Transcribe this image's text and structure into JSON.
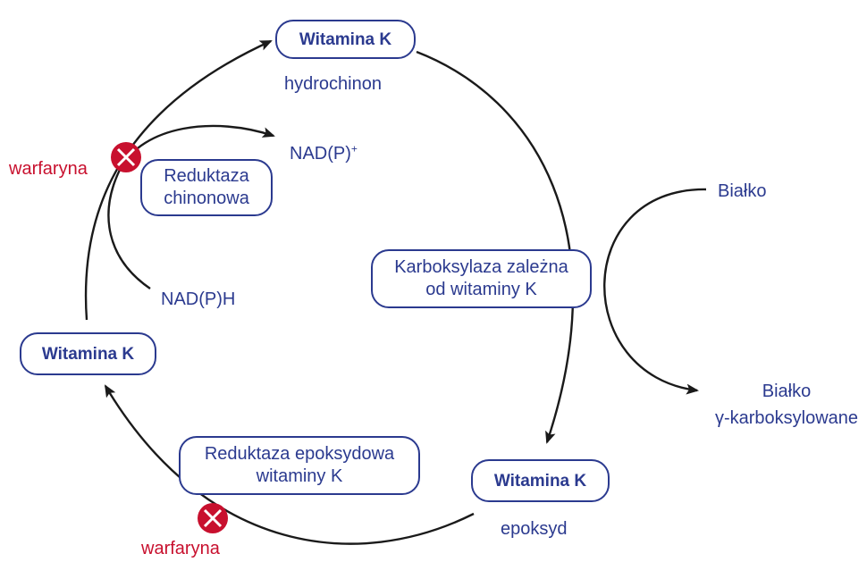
{
  "nodes": {
    "vk_hydro": {
      "title": "Witamina K",
      "caption": "hydrochinon"
    },
    "vk_epoxide": {
      "title": "Witamina K",
      "caption": "epoksyd"
    },
    "vk_quinone": {
      "title": "Witamina K"
    }
  },
  "enzymes": {
    "quinone_reductase": {
      "line1": "Reduktaza",
      "line2": "chinonowa"
    },
    "carboxylase": {
      "line1": "Karboksylaza zależna",
      "line2": "od witaminy K"
    },
    "epoxide_reductase": {
      "line1": "Reduktaza epoksydowa",
      "line2": "witaminy K"
    }
  },
  "cofactors": {
    "nadp_plus": {
      "text": "NAD(P)",
      "sup": "+"
    },
    "nadph": "NAD(P)H"
  },
  "protein": {
    "input": "Białko",
    "output_line1": "Białko",
    "output_line2": "γ-karboksylowane"
  },
  "inhibitors": {
    "top": "warfaryna",
    "bottom": "warfaryna"
  },
  "colors": {
    "text_blue": "#2b3a8f",
    "inhibitor_red": "#c8102e",
    "arrow": "#1a1a1a"
  },
  "icons": {
    "inhibitor_marker": "red-circle-with-white-x"
  }
}
